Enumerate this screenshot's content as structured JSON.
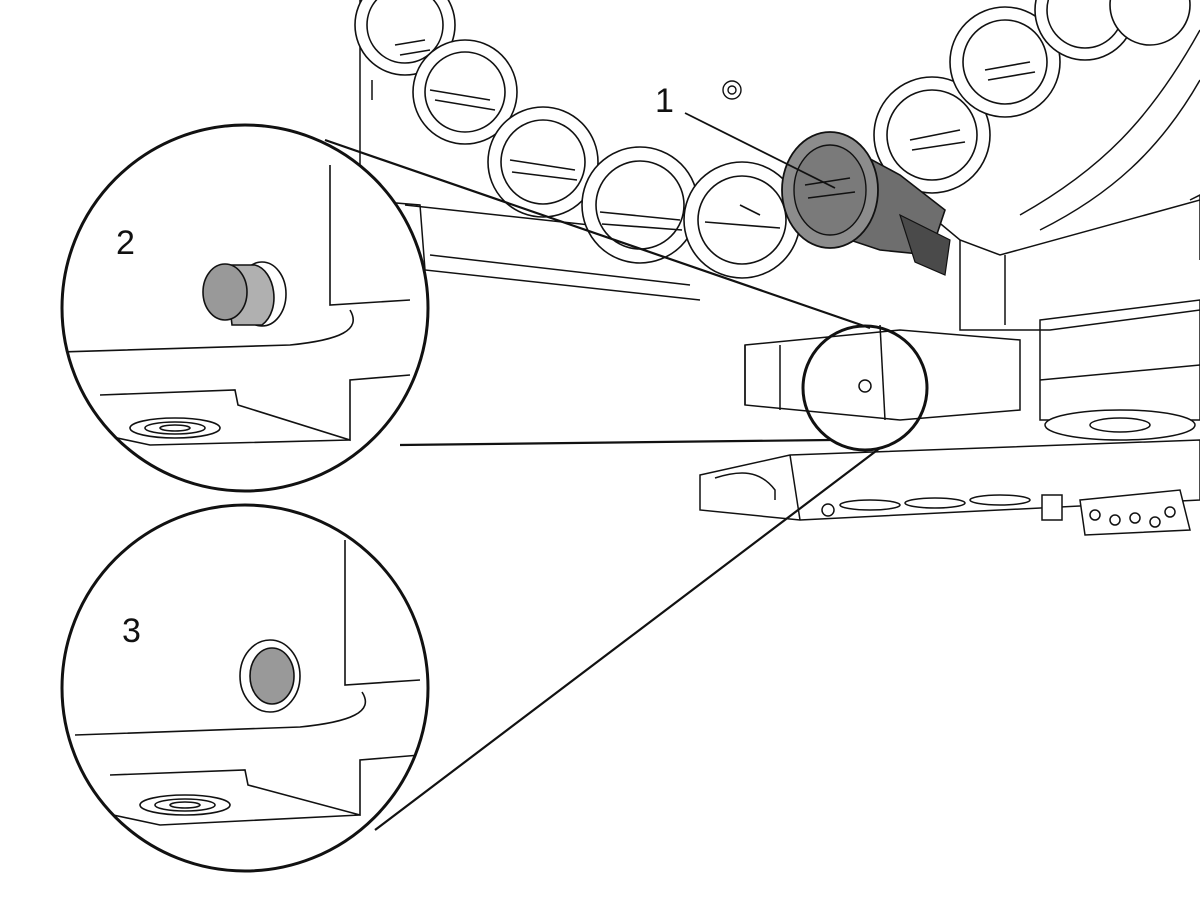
{
  "figure": {
    "callouts": [
      {
        "id": "1",
        "label": "1"
      },
      {
        "id": "2",
        "label": "2"
      },
      {
        "id": "3",
        "label": "3"
      }
    ]
  },
  "colors": {
    "line": "#111111",
    "highlight_part": "#8c8c8c",
    "pin": "#999999",
    "background": "#ffffff"
  }
}
